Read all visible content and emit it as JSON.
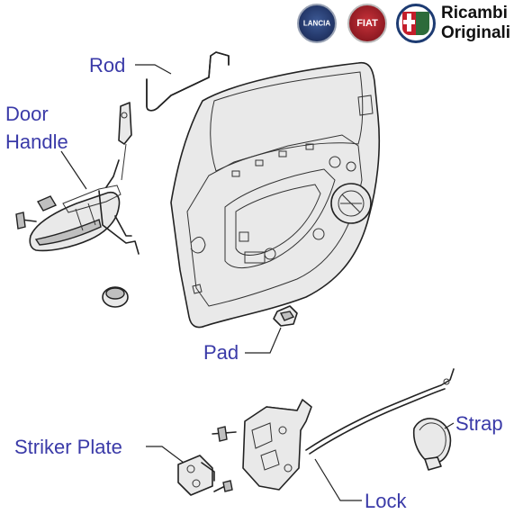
{
  "brand": {
    "line1": "Ricambi",
    "line2": "Originali",
    "logos": [
      "lancia-logo",
      "fiat-logo",
      "alfa-romeo-logo"
    ]
  },
  "labels": {
    "rod": "Rod",
    "door_handle_line1": "Door",
    "door_handle_line2": "Handle",
    "pad": "Pad",
    "striker_plate": "Striker Plate",
    "strap": "Strap",
    "lock": "Lock"
  },
  "colors": {
    "label": "#3a3aa8",
    "line_art": "#222222",
    "fill": "#e9e9e9"
  }
}
